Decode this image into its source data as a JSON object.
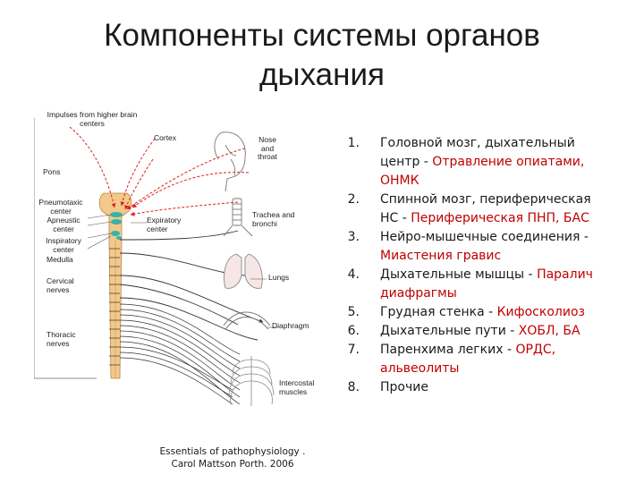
{
  "title": {
    "line1": "Компоненты системы органов",
    "line2": "дыхания"
  },
  "diagram": {
    "labels": {
      "impulses": "Impulses from higher brain centers",
      "cortex": "Cortex",
      "nose": "Nose and throat",
      "pons": "Pons",
      "pneumotaxic": "Pneumotaxic center",
      "apneustic": "Apneustic center",
      "inspiratory": "Inspiratory center",
      "medulla": "Medulla",
      "expiratory": "Expiratory center",
      "trachea": "Trachea and bronchi",
      "lungs": "Lungs",
      "cervical": "Cervical nerves",
      "diaphragm": "Diaphragm",
      "thoracic": "Thoracic nerves",
      "intercostal": "Intercostal muscles"
    }
  },
  "credit": {
    "line1": "Essentials of pathophysiology .",
    "line2": "Carol Mattson Porth. 2006"
  },
  "colors": {
    "arrow_red": "#e02020",
    "accent_red": "#c00000",
    "spine_fill": "#f3c98b",
    "center_teal": "#36b3a6"
  },
  "list": [
    {
      "num": "1.",
      "text": "Головной мозг, дыхательный центр  - ",
      "red": "Отравление опиатами, ОНМК"
    },
    {
      "num": "2.",
      "text": "Спинной мозг, периферическая НС - ",
      "red": "Периферическая ПНП, БАС"
    },
    {
      "num": "3.",
      "text": "Нейро-мышечные соединения - ",
      "red": "Миастения гравис"
    },
    {
      "num": "4.",
      "text": "Дыхательные мышцы - ",
      "red": "Паралич диафрагмы"
    },
    {
      "num": "5.",
      "text": "Грудная стенка - ",
      "red": "Кифосколиоз"
    },
    {
      "num": "6.",
      "text": "Дыхательные пути - ",
      "red": "ХОБЛ, БА"
    },
    {
      "num": "7.",
      "text": "Паренхима легких - ",
      "red": "ОРДС, альвеолиты"
    },
    {
      "num": "8.",
      "text": "Прочие",
      "red": ""
    }
  ]
}
